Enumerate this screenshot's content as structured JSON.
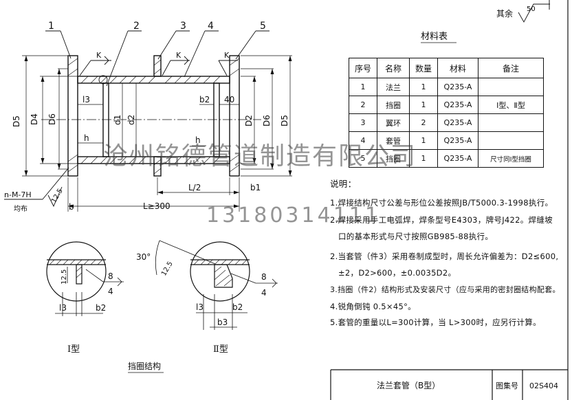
{
  "roughness_label": "其余",
  "roughness_value": "50",
  "part_numbers": [
    "1",
    "2",
    "3",
    "4",
    "5"
  ],
  "weld_symbol_letter": "K",
  "main_dims": {
    "D5": "D5",
    "D4": "D4",
    "D6": "D6",
    "d1": "d1",
    "d2": "d2",
    "D2": "D2",
    "D6r": "D6",
    "D5r": "D5",
    "l3": "l3",
    "b2": "b2",
    "dim40": "40",
    "h": "h",
    "h2": "h",
    "L_half": "L/2",
    "b1": "b1",
    "b": "b",
    "L_min": "L≥300",
    "hole_label": "n-M-7H",
    "hole_note": "均布",
    "roughness_side": "12.5"
  },
  "material_table": {
    "title": "材料表",
    "headers": [
      "序号",
      "名称",
      "数量",
      "材料",
      "备注"
    ],
    "rows": [
      [
        "1",
        "法兰",
        "1",
        "Q235-A",
        ""
      ],
      [
        "2",
        "挡圈",
        "1",
        "Q235-A",
        "Ⅰ型、Ⅱ型"
      ],
      [
        "3",
        "翼环",
        "2",
        "Q235-A",
        ""
      ],
      [
        "4",
        "套管",
        "1",
        "Q235-A",
        ""
      ],
      [
        "5",
        "挡圈",
        "1",
        "Q235-A",
        "尺寸同Ⅰ型挡圈"
      ]
    ]
  },
  "notes": {
    "title": "说明：",
    "lines": [
      "1.焊接结构尺寸公差与形位公差按照JB/T5000.3-1998执行。",
      "2.焊接采用手工电弧焊，焊条型号E4303，牌号J422。焊缝坡",
      "口的基本形式与尺寸按照GB985-88执行。",
      "2.当套管（件3）采用卷制成型时，周长允许偏差为：D2≤600,",
      "±2，D2>600，±0.0035D2。",
      "3.挡圈（件2）结构形式及安装尺寸（应与采用的密封圈结构配套。",
      "4.锐角倒钝 0.5×45°。",
      "5.套管的重量以L=300计算，当 L>300时，应另行计算。"
    ]
  },
  "detail": {
    "angle": "30°",
    "roughness": "12.5",
    "weld_top": "8",
    "weld_bottom": "4",
    "l3": "l3",
    "b2": "b2",
    "b3": "b3",
    "type1": "Ⅰ型",
    "type2": "Ⅱ型",
    "caption": "挡圈结构"
  },
  "title_block": {
    "drawing_title": "法兰套管（B型）",
    "atlas_label": "图集号",
    "atlas_number": "02S404"
  },
  "watermark": {
    "company": "沧州铭德管道制造有限公司",
    "phone": "13180314111"
  }
}
